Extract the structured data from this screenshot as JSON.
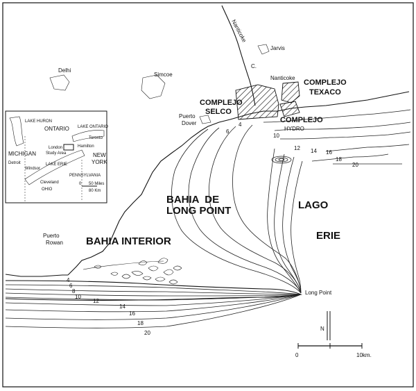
{
  "labels": {
    "lake_main": "LAGO",
    "lake_second": "ERIE",
    "bay_top": "BAHIA  DE",
    "bay_bottom": "LONG POINT",
    "inner_bay": "BAHIA INTERIOR",
    "complejo_selco_1": "COMPLEJO",
    "complejo_selco_2": "SELCO",
    "complejo_texaco_1": "COMPLEJO",
    "complejo_texaco_2": "TEXACO",
    "complejo_hydro_1": "COMPLEJO",
    "complejo_hydro_2": "HYDRO",
    "river": "Nanticoke",
    "river_mouth": "C.",
    "jarvis": "Jarvis",
    "delhi": "Delhi",
    "simcoe": "Simcoe",
    "nanticoke_town": "Nanticoke",
    "puerto_dover_1": "Puerto",
    "puerto_dover_2": "Dover",
    "puerto_rowan_1": "Puerto",
    "puerto_rowan_2": "Rowan",
    "long_point": "Long Point",
    "north": "N"
  },
  "depth_labels": {
    "d4a": "4",
    "d6a": "6",
    "d10a": "10",
    "d12a": "12",
    "d14a": "14",
    "d16a": "16",
    "d18a": "18",
    "d20a": "20",
    "d4b": "4",
    "d6b": "6",
    "d8b": "8",
    "d10b": "10",
    "d12b": "12",
    "d14b": "14",
    "d16b": "16",
    "d18b": "18",
    "d20b": "20"
  },
  "scale": {
    "start": "0",
    "end": "10km."
  },
  "inset": {
    "lake_huron": "LAKE HURON",
    "ontario": "ONTARIO",
    "lake_ontario": "LAKE ONTARIO",
    "toronto": "Toronto",
    "michigan": "MICHIGAN",
    "hamilton": "Hamilton",
    "london": "London",
    "study_area": "Study Area",
    "new": "NEW",
    "york": "YORK",
    "detroit": "Detroit",
    "lake_erie": "LAKE ERIE",
    "windsor": "Windsor",
    "pennsylvania": "PENNSYLVANIA",
    "cleveland": "Cleveland",
    "ohio": "OHIO",
    "scale_0": "0",
    "scale_miles": "50 Miles",
    "scale_km": "80 Km"
  }
}
